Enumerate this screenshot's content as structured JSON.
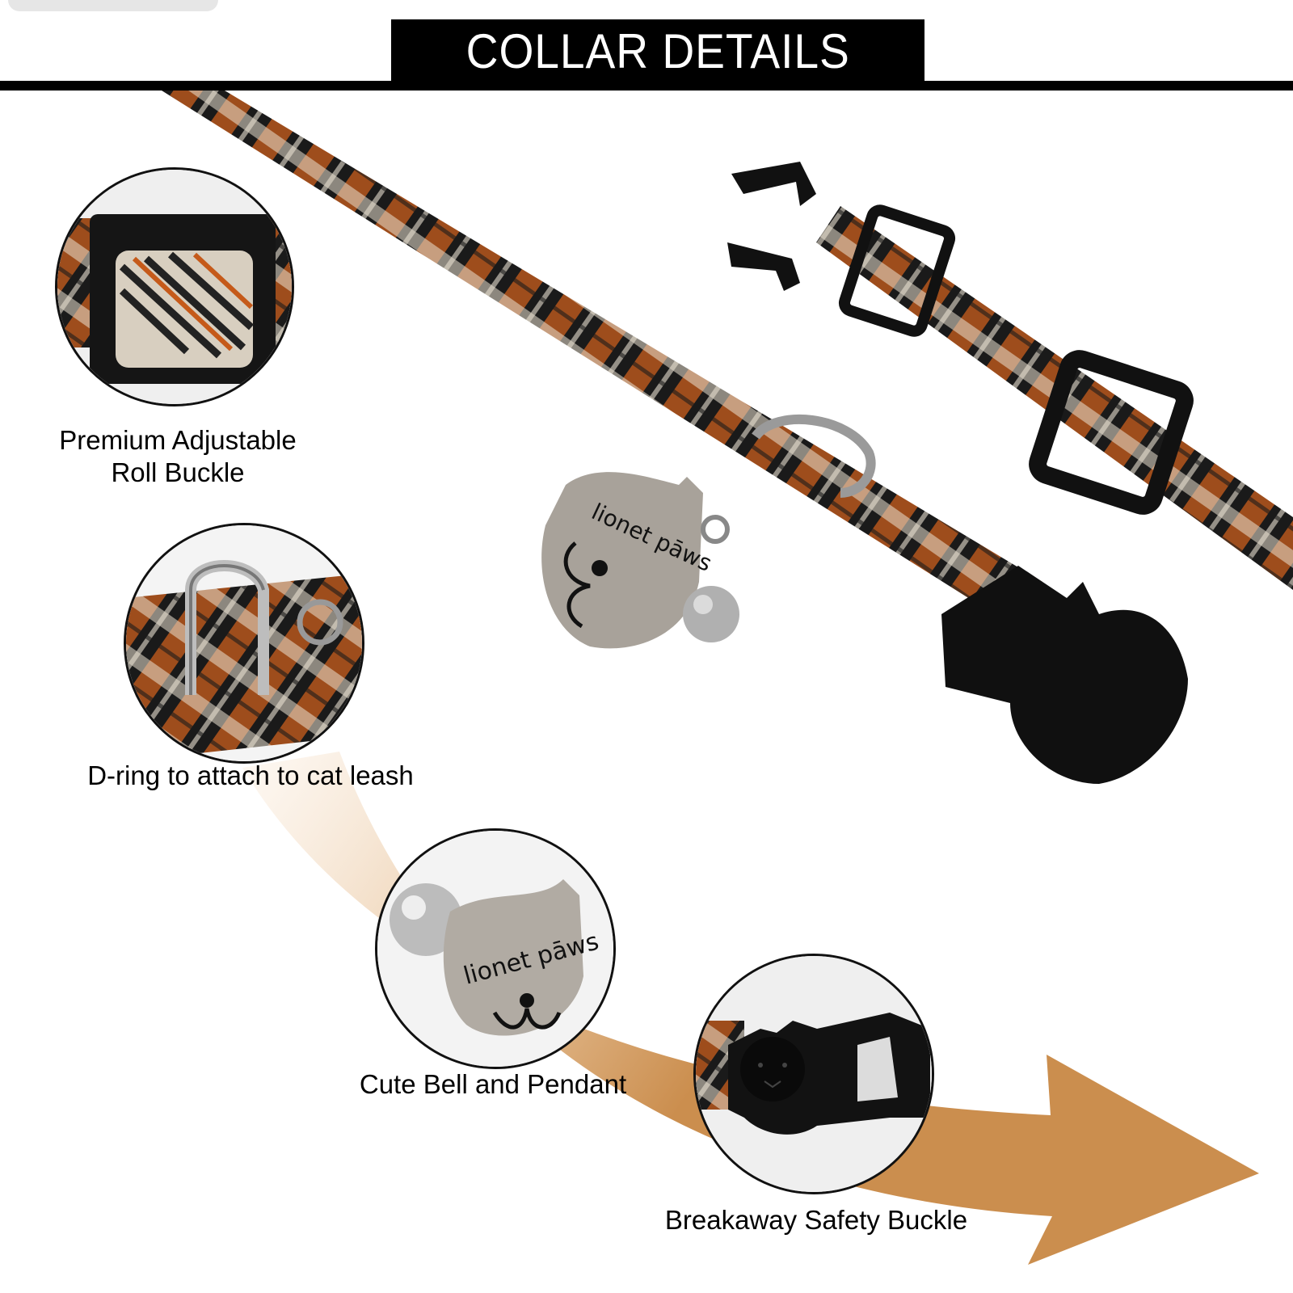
{
  "header": {
    "title": "COLLAR DETAILS"
  },
  "features": [
    {
      "label_line1": "Premium Adjustable",
      "label_line2": "Roll Buckle",
      "icon": "roll-buckle-closeup"
    },
    {
      "label": "D-ring to attach to cat leash",
      "icon": "d-ring-closeup"
    },
    {
      "label": "Cute Bell and Pendant",
      "icon": "bell-pendant-closeup"
    },
    {
      "label": "Breakaway Safety Buckle",
      "icon": "breakaway-buckle-closeup"
    }
  ],
  "pendant": {
    "brand_text": "lionet pāws"
  },
  "colors": {
    "arrow": "#CB8E4E",
    "plaid_orange": "#B5561C",
    "plaid_black": "#1A1A1A",
    "plaid_cream": "#E8E0D0"
  }
}
